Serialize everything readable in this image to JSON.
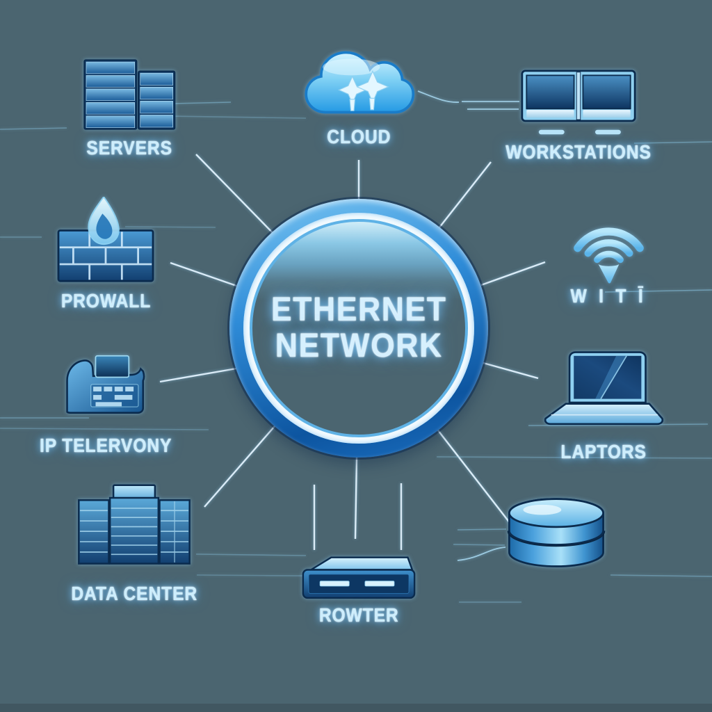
{
  "hub": {
    "line1": "ETHERNET",
    "line2": "NETWORK"
  },
  "nodes": {
    "servers": "SERVERS",
    "cloud": "CLOUD",
    "workstations": "WORKSTATIONS",
    "firewall": "PROWALL",
    "wifi": "W I T Ī",
    "ip_telephony": "IP TELERVONY",
    "laptops": "LAPTORS",
    "data_center": "DATA CENTER",
    "router": "ROWTER"
  },
  "colors": {
    "background": "#4b6570",
    "bottom_strip": "#415761",
    "ring_blue": "#2f8cd8",
    "ring_white": "#f2fafe",
    "icon_blue_dark": "#123f70",
    "icon_blue": "#2e86c8",
    "icon_blue_light": "#8fd4f4",
    "label_text": "#cdeefd",
    "line_color": "#e2f2fd"
  }
}
